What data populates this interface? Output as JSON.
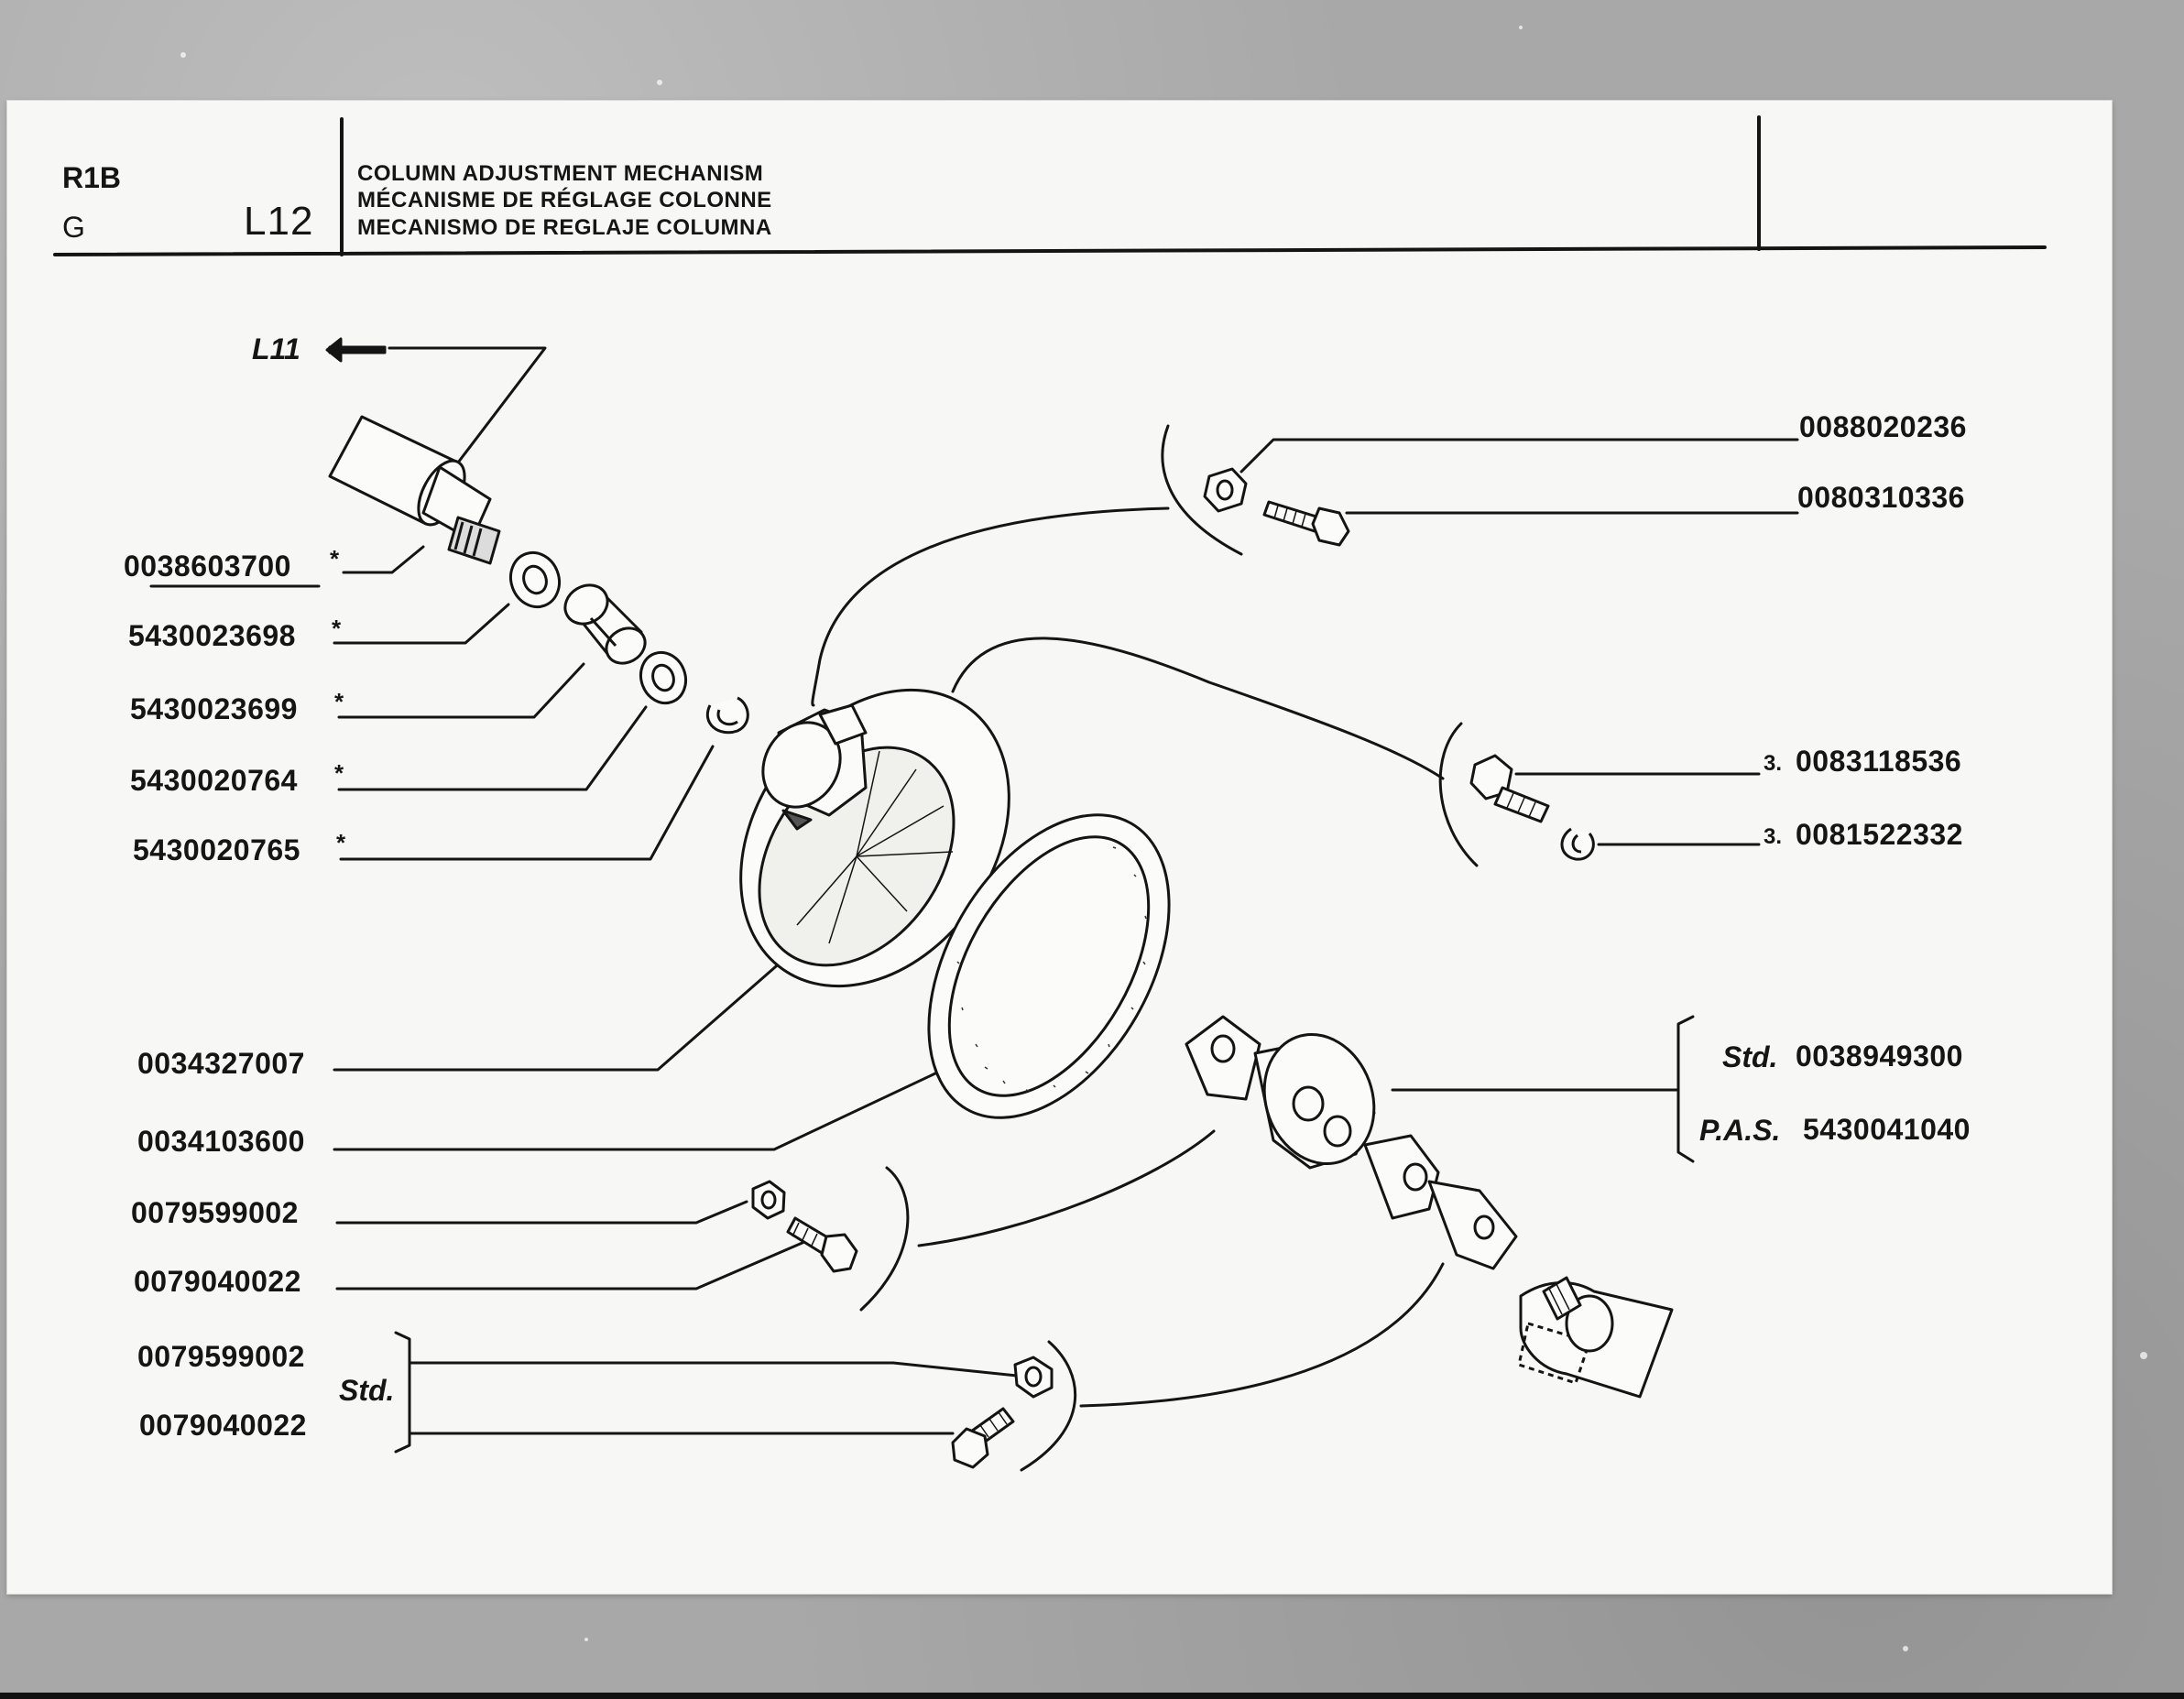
{
  "header": {
    "model": "R1B",
    "variant": "G",
    "page": "L12",
    "title_en": "COLUMN ADJUSTMENT MECHANISM",
    "title_fr": "MÉCANISME DE RÉGLAGE COLONNE",
    "title_es": "MECANISMO DE REGLAJE COLUMNA"
  },
  "reference": {
    "label": "L11"
  },
  "marker": "*",
  "left_parts": [
    {
      "number": "0038603700",
      "starred": true
    },
    {
      "number": "5430023698",
      "starred": true
    },
    {
      "number": "5430023699",
      "starred": true
    },
    {
      "number": "5430020764",
      "starred": true
    },
    {
      "number": "5430020765",
      "starred": true
    },
    {
      "number": "0034327007"
    },
    {
      "number": "0034103600"
    },
    {
      "number": "0079599002"
    },
    {
      "number": "0079040022"
    },
    {
      "number": "0079599002"
    },
    {
      "number": "0079040022"
    }
  ],
  "std_group_label": "Std.",
  "right_parts": [
    {
      "number": "0088020236"
    },
    {
      "number": "0080310336"
    },
    {
      "qty": "3.",
      "number": "0083118536"
    },
    {
      "qty": "3.",
      "number": "0081522332"
    }
  ],
  "variants": [
    {
      "label": "Std.",
      "number": "0038949300"
    },
    {
      "label": "P.A.S.",
      "number": "5430041040"
    }
  ]
}
